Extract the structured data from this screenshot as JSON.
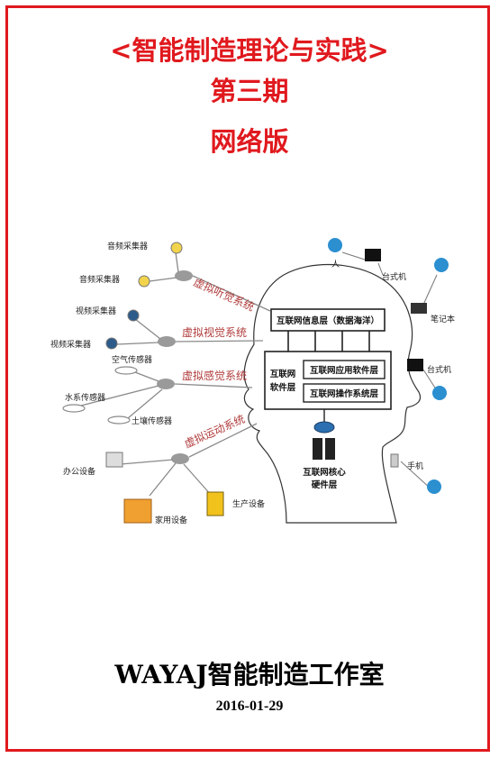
{
  "cover": {
    "title_line1": "<智能制造理论与实践>",
    "title_line2": "第三期",
    "title_line3": "网络版",
    "studio": "WAYAJ智能制造工作室",
    "date": "2016-01-29",
    "accent_color": "#e0191e"
  },
  "diagram": {
    "channels": {
      "hearing": "虚拟听觉系统",
      "vision": "虚拟视觉系统",
      "sense": "虚拟感觉系统",
      "motion": "虚拟运动系统"
    },
    "left_devices": {
      "audio1": "音频采集器",
      "audio2": "音频采集器",
      "video1": "视频采集器",
      "video2": "视频采集器",
      "air": "空气传感器",
      "water": "水系传感器",
      "soil": "土壤传感器",
      "office": "办公设备",
      "home": "家用设备",
      "production": "生产设备"
    },
    "layers": {
      "info": "互联网信息层（数据海洋）",
      "software_line1": "互联网",
      "software_line2": "软件层",
      "app": "互联网应用软件层",
      "os": "互联网操作系统层",
      "core_line1": "互联网核心",
      "core_line2": "硬件层"
    },
    "right_devices": {
      "person": "人",
      "desktop1": "台式机",
      "notebook": "笔记本",
      "desktop2": "台式机",
      "phone": "手机"
    }
  }
}
